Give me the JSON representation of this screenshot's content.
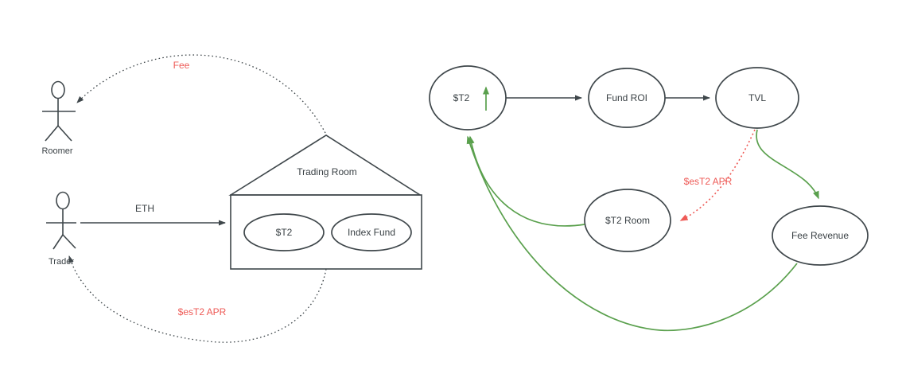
{
  "colors": {
    "background": "#ffffff",
    "stroke": "#3f474b",
    "text": "#3a4145",
    "green": "#5aa04d",
    "red": "#ee5a56"
  },
  "left": {
    "actors": [
      {
        "label": "Roomer"
      },
      {
        "label": "Trader"
      }
    ],
    "house": {
      "label": "Trading Room"
    },
    "nodes": [
      {
        "label": "$T2"
      },
      {
        "label": "Index Fund"
      }
    ],
    "edges": {
      "fee": {
        "label": "Fee"
      },
      "eth": {
        "label": "ETH"
      },
      "apr": {
        "label": "$esT2 APR"
      }
    }
  },
  "right": {
    "nodes": [
      {
        "label": "$T2"
      },
      {
        "label": "Fund ROI"
      },
      {
        "label": "TVL"
      },
      {
        "label": "$T2 Room"
      },
      {
        "label": "Fee Revenue"
      }
    ],
    "edges": {
      "apr": {
        "label": "$esT2 APR"
      }
    }
  }
}
